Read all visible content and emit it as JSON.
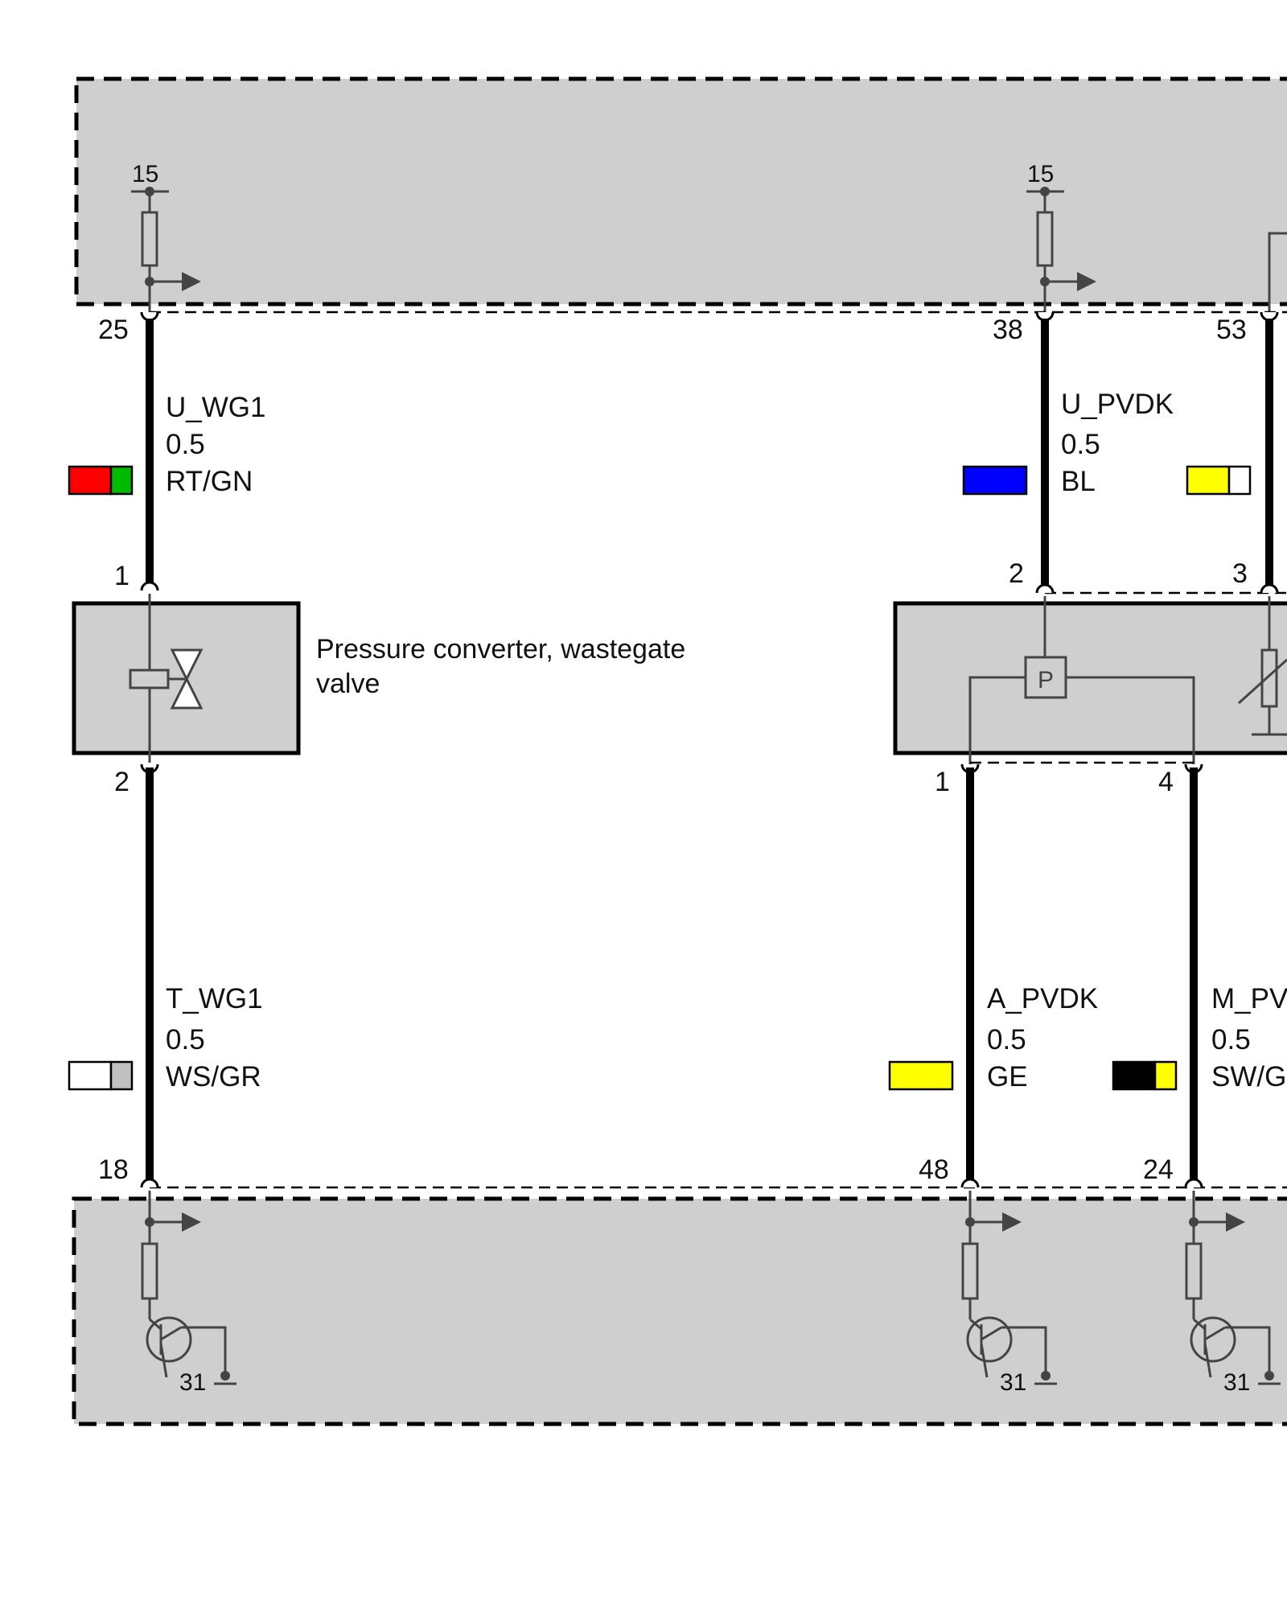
{
  "top_module": {
    "supply_terminals": [
      "15",
      "15"
    ]
  },
  "bottom_module": {
    "ground_terminals": [
      "31",
      "31",
      "31"
    ]
  },
  "wastegate": {
    "description_line1": "Pressure converter, wastegate",
    "description_line2": "valve",
    "pins": {
      "upper": "1",
      "lower": "2"
    }
  },
  "pressure_sensor": {
    "symbol": "P",
    "pins": {
      "p2": "2",
      "p3": "3",
      "p1": "1",
      "p4": "4"
    }
  },
  "wires": [
    {
      "top_pin": "25",
      "signal": "U_WG1",
      "gauge": "0.5",
      "color_code": "RT/GN",
      "colors": [
        "#ff0000",
        "#00bb00"
      ]
    },
    {
      "bottom_pin": "18",
      "signal": "T_WG1",
      "gauge": "0.5",
      "color_code": "WS/GR",
      "colors": [
        "#ffffff",
        "#c0c0c0"
      ]
    },
    {
      "top_pin": "38",
      "signal": "U_PVDK",
      "gauge": "0.5",
      "color_code": "BL",
      "colors": [
        "#0000ff"
      ]
    },
    {
      "top_pin": "53",
      "colors": [
        "#ffff00",
        "#ffffff"
      ]
    },
    {
      "bottom_pin": "48",
      "signal": "A_PVDK",
      "gauge": "0.5",
      "color_code": "GE",
      "colors": [
        "#ffff00"
      ]
    },
    {
      "bottom_pin": "24",
      "signal": "M_PV",
      "gauge": "0.5",
      "color_code": "SW/G",
      "colors": [
        "#000000",
        "#ffff00"
      ]
    }
  ],
  "colors": {
    "module_fill": "#cfcfcf",
    "line": "#000000",
    "component_line": "#444444"
  }
}
